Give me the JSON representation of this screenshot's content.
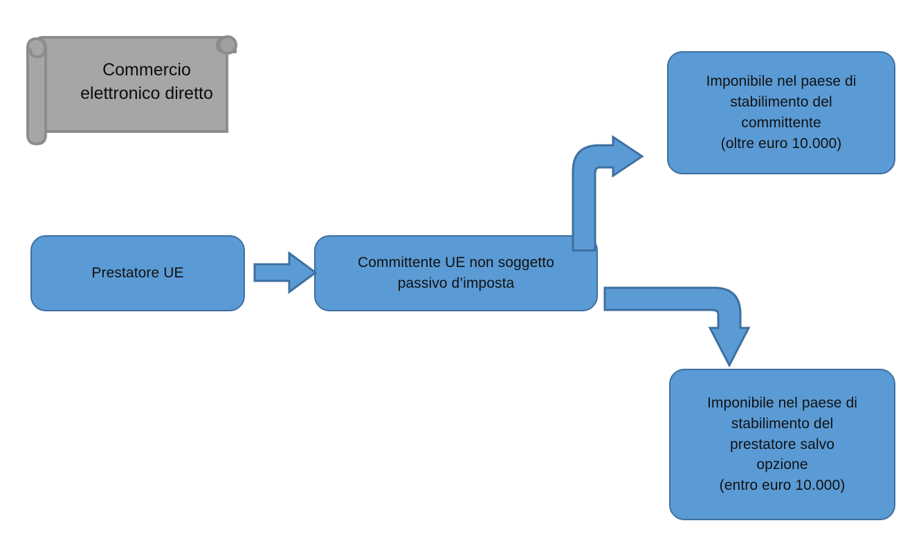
{
  "diagram": {
    "title_banner": {
      "name": "commercio-elettronico-diretto-banner",
      "text": "Commercio\nelettronico diretto",
      "shape": "horizontal-scroll",
      "fill": "#A6A6A6",
      "stroke": "#8C8C8C"
    },
    "theme": {
      "box_fill": "#5B9BD5",
      "box_stroke": "#3E6FA0",
      "arrow_fill": "#5B9BD5",
      "arrow_stroke": "#3E6FA0",
      "text_color": "#111111",
      "background": "#FFFFFF"
    },
    "nodes": [
      {
        "id": "prestatore-ue",
        "name": "node-prestatore-ue",
        "text": "Prestatore UE"
      },
      {
        "id": "committente-ue",
        "name": "node-committente-ue",
        "text": "Committente UE non soggetto\npassivo d’imposta"
      },
      {
        "id": "imponibile-committente",
        "name": "node-imponibile-paese-committente",
        "text": "Imponibile nel paese di\nstabilimento del\ncommittente\n(oltre euro 10.000)"
      },
      {
        "id": "imponibile-prestatore",
        "name": "node-imponibile-paese-prestatore",
        "text": "Imponibile nel paese di\nstabilimento del\nprestatore salvo\nopzione\n(entro euro 10.000)"
      }
    ],
    "arrows": [
      {
        "id": "arrow-prestatore-to-committente",
        "name": "arrow-right-prestatore-to-committente",
        "kind": "straight-right",
        "from": "prestatore-ue",
        "to": "committente-ue"
      },
      {
        "id": "arrow-committente-to-imponibile-committente",
        "name": "arrow-bent-up-right-to-imponibile-committente",
        "kind": "bent-up-right",
        "from": "committente-ue",
        "to": "imponibile-committente"
      },
      {
        "id": "arrow-committente-to-imponibile-prestatore",
        "name": "arrow-bent-right-down-to-imponibile-prestatore",
        "kind": "bent-right-down",
        "from": "committente-ue",
        "to": "imponibile-prestatore"
      }
    ]
  }
}
